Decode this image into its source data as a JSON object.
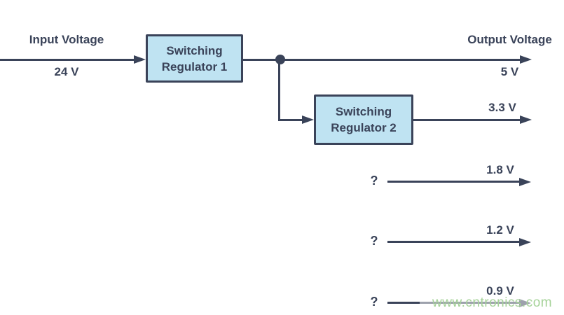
{
  "input": {
    "label": "Input Voltage",
    "value": "24 V"
  },
  "output_header": {
    "label": "Output Voltage",
    "value": "5 V"
  },
  "regulator1": {
    "label": "Switching Regulator 1"
  },
  "regulator2": {
    "label": "Switching Regulator 2",
    "output_voltage": "3.3 V"
  },
  "unknown_rails": [
    {
      "source": "?",
      "voltage": "1.8 V"
    },
    {
      "source": "?",
      "voltage": "1.2 V"
    },
    {
      "source": "?",
      "voltage": "0.9 V"
    }
  ],
  "watermark": "www.cntronics.com",
  "colors": {
    "navy": "#3a4359",
    "box_fill": "#bfe3f2",
    "watermark_green": "#a5d298"
  }
}
